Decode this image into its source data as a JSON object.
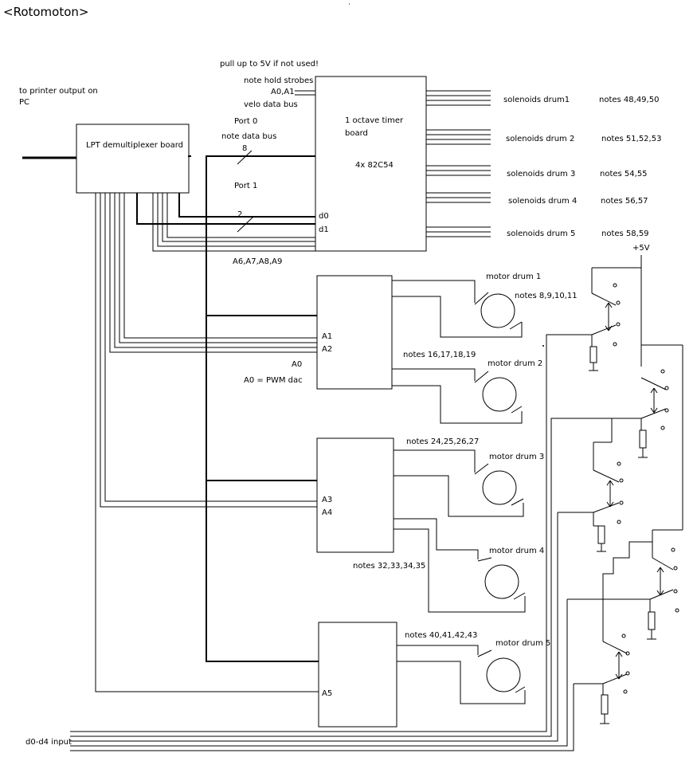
{
  "title": "<Rotomoton>",
  "printer_note": [
    "to printer output on",
    "PC"
  ],
  "pullup_note": "pull up to 5V if not used!",
  "timer_inputs": [
    "note hold strobes",
    "A0,A1",
    "velo data bus"
  ],
  "port0": [
    "Port 0",
    "note data bus"
  ],
  "bus_width_8": "8",
  "port1": "Port 1",
  "bus_width_2": "2",
  "d0": "d0",
  "d1": "d1",
  "addr_lines": "A6,A7,A8,A9",
  "lpt_board": "LPT demultiplexer board",
  "timer_board": [
    "1 octave timer",
    "board"
  ],
  "timer_chip": "4x 82C54",
  "solenoids": [
    {
      "label": "solenoids drum1",
      "notes": "notes 48,49,50"
    },
    {
      "label": "solenoids drum 2",
      "notes": "notes 51,52,53"
    },
    {
      "label": "solenoids drum 3",
      "notes": "notes 54,55"
    },
    {
      "label": "solenoids drum 4",
      "notes": "notes 56,57"
    },
    {
      "label": "solenoids drum 5",
      "notes": "notes 58,59"
    }
  ],
  "motors": [
    {
      "label": "motor drum 1",
      "notes": "notes 8,9,10,11"
    },
    {
      "label": "motor drum 2",
      "notes": "notes 16,17,18,19"
    },
    {
      "label": "motor drum 3",
      "notes": "notes 24,25,26,27"
    },
    {
      "label": "motor drum 4",
      "notes": "notes 32,33,34,35"
    },
    {
      "label": "motor drum 5",
      "notes": "notes 40,41,42,43"
    }
  ],
  "dac_pins": {
    "a1": "A1",
    "a2": "A2",
    "a3": "A3",
    "a4": "A4",
    "a5": "A5",
    "a0": "A0",
    "a0_note": "A0 = PWM dac"
  },
  "supply": "+5V",
  "input_label": "d0-d4 input"
}
